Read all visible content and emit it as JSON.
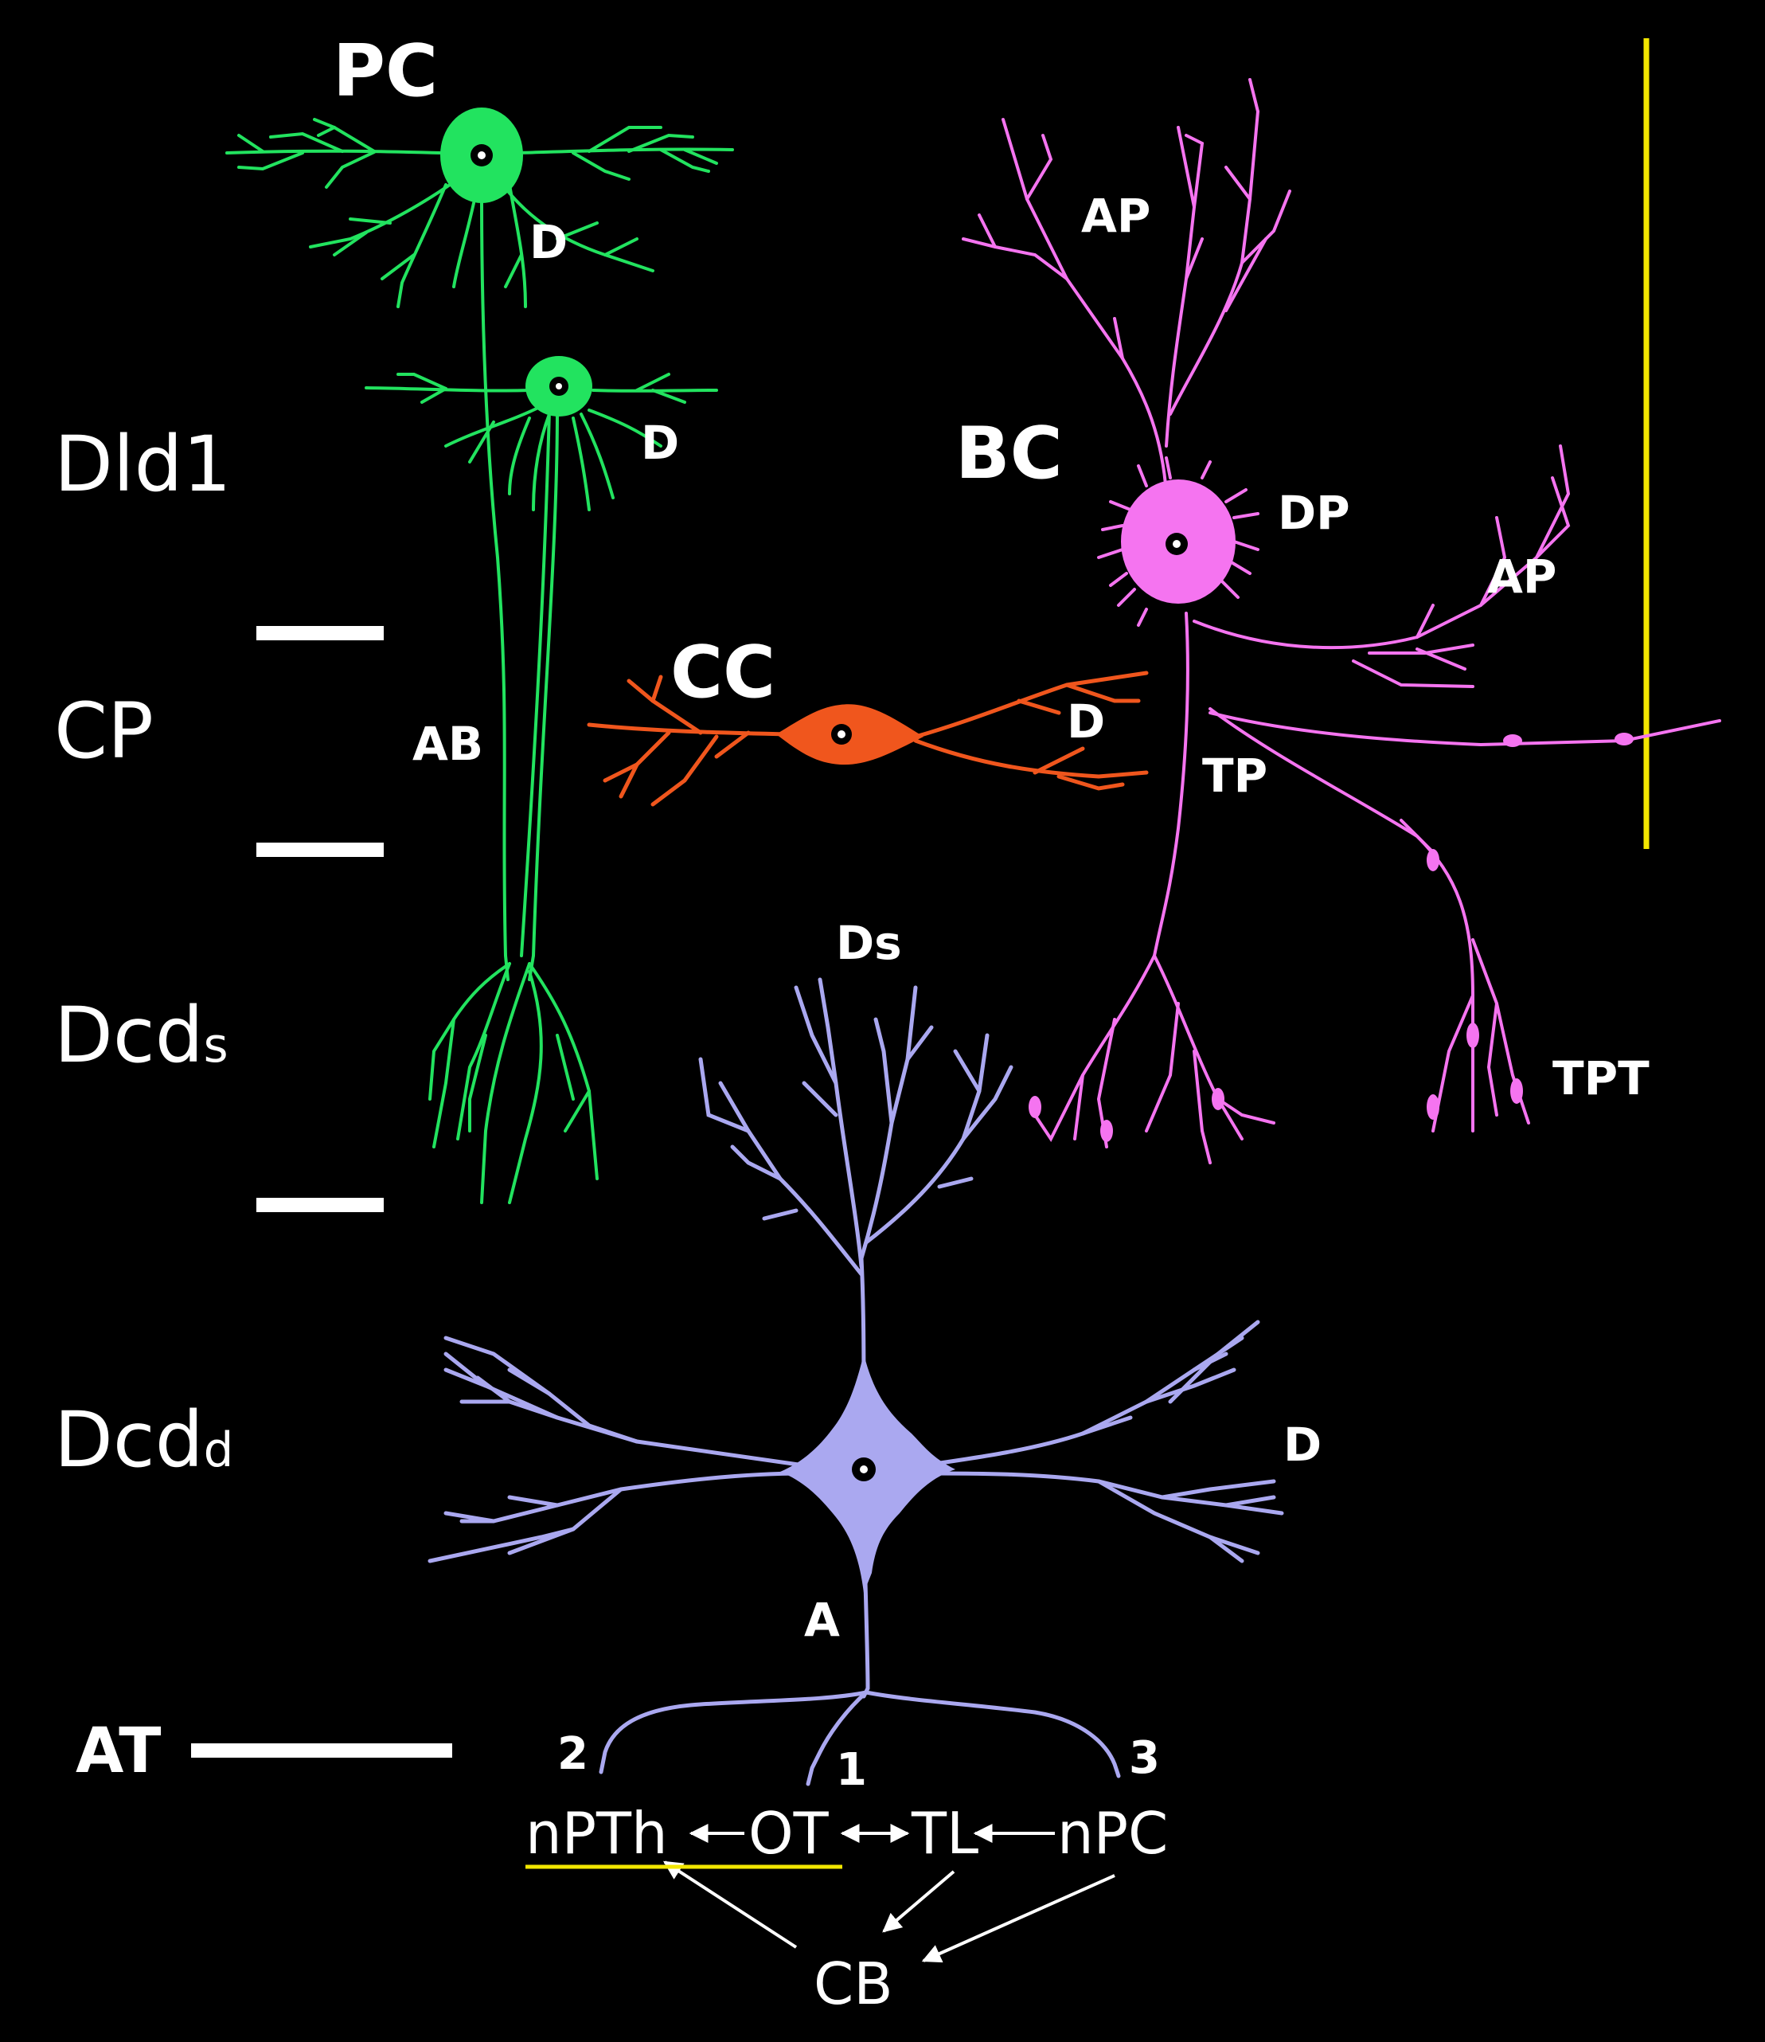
{
  "layers": {
    "dld1": "Dld1",
    "cp": "CP",
    "dcds_main": "Dcd",
    "dcds_sub": "s",
    "dcdd_main": "Dcd",
    "dcdd_sub": "d",
    "at": "AT"
  },
  "cells": {
    "pc": "PC",
    "bc": "BC",
    "cc": "CC"
  },
  "parts": {
    "pc_d1": "D",
    "pc_d2": "D",
    "ab": "AB",
    "ap_top": "AP",
    "dp": "DP",
    "ap_right": "AP",
    "cc_d": "D",
    "tp": "TP",
    "tpt": "TPT",
    "ds": "Ds",
    "dcdd_d": "D",
    "axon": "A"
  },
  "branches": [
    "2",
    "1",
    "3"
  ],
  "pathway": {
    "npth": "nPTh",
    "ot": "OT",
    "tl": "TL",
    "npc": "nPC",
    "cb": "CB"
  },
  "colors": {
    "background": "#000000",
    "pc": "#22e35f",
    "bc": "#f574f0",
    "cc": "#f0561d",
    "dcdd": "#aaa8f0",
    "scale_bar": "#f2e600",
    "underline": "#f2e600",
    "label": "#ffffff"
  }
}
